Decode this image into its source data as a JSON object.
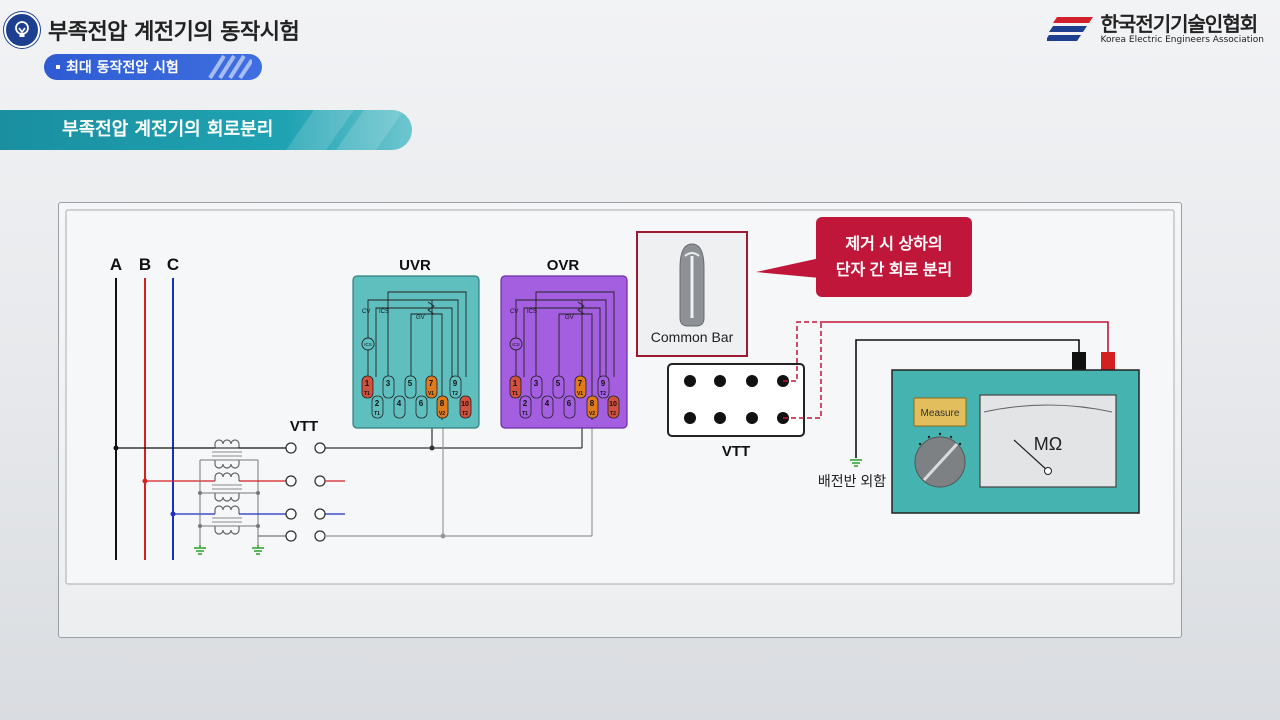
{
  "header": {
    "title": "부족전압 계전기의 동작시험",
    "subtitle": "최대 동작전압 시험",
    "section_title": "부족전압 계전기의 회로분리"
  },
  "logo": {
    "name_ko": "한국전기기술인협회",
    "name_en": "Korea Electric Engineers Association"
  },
  "diagram": {
    "phases": [
      "A",
      "B",
      "C"
    ],
    "relay_uvr": {
      "title": "UVR",
      "cv": "CV",
      "ics": "ICS",
      "ics_coil": "ICS",
      "gv": "GV",
      "top_terminals": [
        "1",
        "3",
        "5",
        "7",
        "9"
      ],
      "bottom_terminals": [
        "2",
        "4",
        "6",
        "8",
        "10"
      ],
      "t1_a": "T1",
      "t1_b": "T1",
      "v1": "V1",
      "v2": "V2",
      "t2_a": "T2",
      "t2_b": "T2"
    },
    "relay_ovr": {
      "title": "OVR",
      "cv": "CV",
      "ics": "ICS",
      "ics_coil": "ICS",
      "gv": "GV",
      "top_terminals": [
        "1",
        "3",
        "5",
        "7",
        "9"
      ],
      "bottom_terminals": [
        "2",
        "4",
        "6",
        "8",
        "10"
      ],
      "t1_a": "T1",
      "t1_b": "T1",
      "v1": "V1",
      "v2": "V2",
      "t2_a": "T2",
      "t2_b": "T2"
    },
    "vtt_left_label": "VTT",
    "vtt_block_label": "VTT",
    "common_bar_label": "Common Bar",
    "callout_line1": "제거 시 상하의",
    "callout_line2": "단자 간 회로 분리",
    "megger_measure": "Measure",
    "megger_unit": "MΩ",
    "ground_label": "배전반 외함"
  },
  "colors": {
    "phase_a": "#111111",
    "phase_b": "#d42020",
    "phase_c": "#1a2fc0",
    "uvr_fill": "#5fbfbf",
    "ovr_fill": "#a45ee0",
    "callout": "#c0163a",
    "megger": "#45b3b0",
    "terminal_active": "#e07a1a",
    "terminal_red": "#d2503e"
  }
}
